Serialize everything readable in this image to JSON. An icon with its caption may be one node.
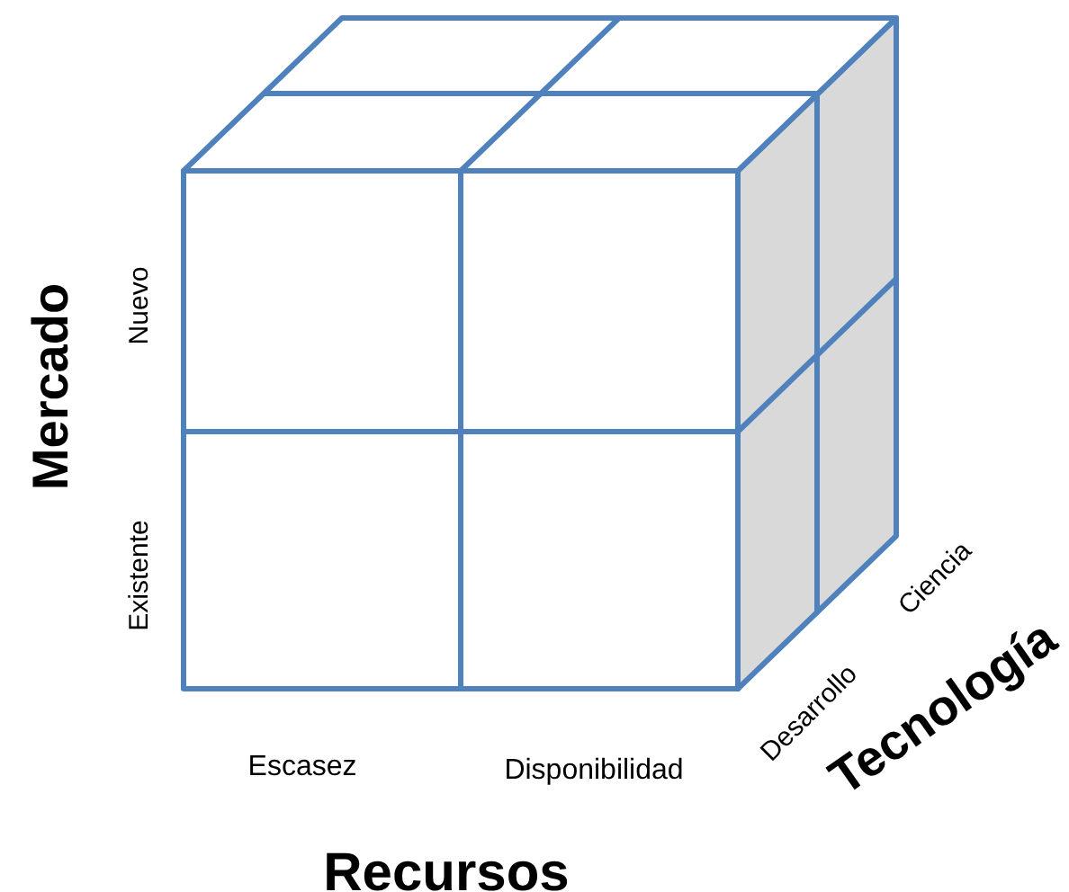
{
  "diagram": {
    "labels": [
      "Mercado",
      "Nuevo",
      "Existente",
      "Escasez",
      "Disponibilidad",
      "Recursos",
      "Desarrollo",
      "Ciencia",
      "Tecnología"
    ]
  }
}
